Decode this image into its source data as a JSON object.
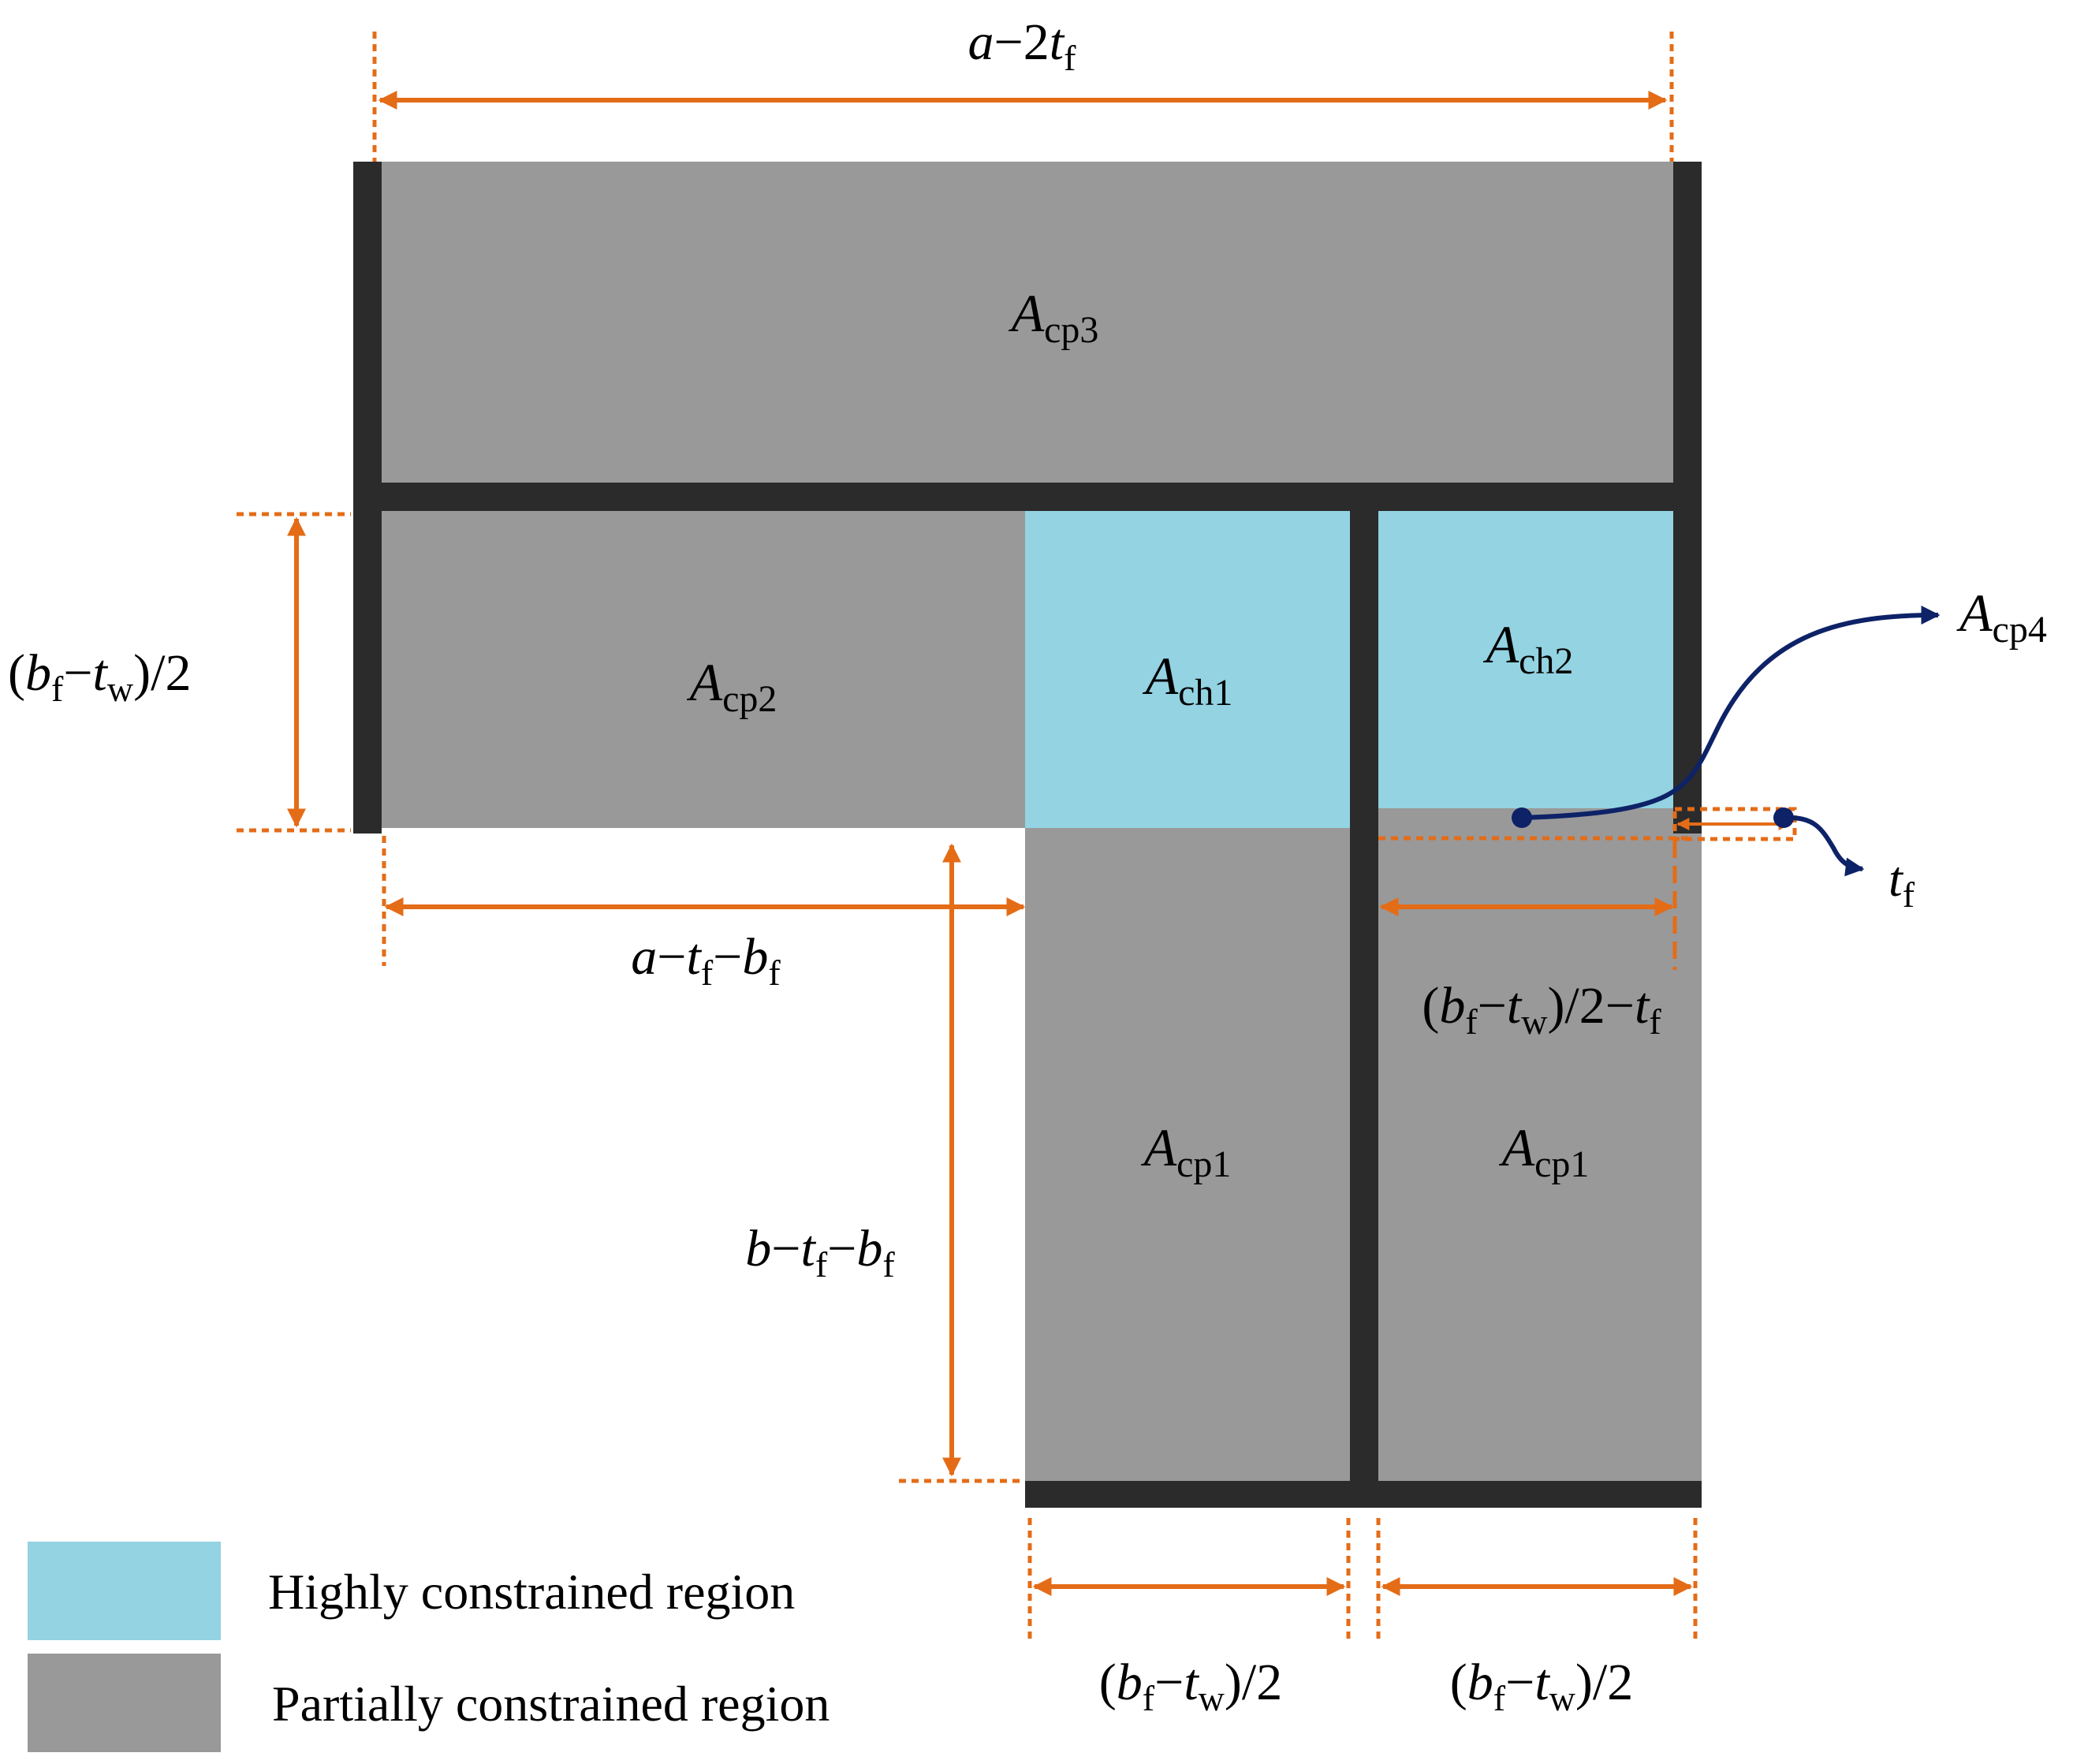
{
  "colors": {
    "highly_constrained": "#93d3e2",
    "partially_constrained": "#999999",
    "wall": "#2b2b2b",
    "dimension": "#e46c17",
    "pointer": "#0d2267"
  },
  "regions": {
    "cp3": {
      "main": "A",
      "sub": "cp3"
    },
    "cp2": {
      "main": "A",
      "sub": "cp2"
    },
    "ch1": {
      "main": "A",
      "sub": "ch1"
    },
    "ch2": {
      "main": "A",
      "sub": "ch2"
    },
    "cp1_left": {
      "main": "A",
      "sub": "cp1"
    },
    "cp1_right": {
      "main": "A",
      "sub": "cp1"
    }
  },
  "callouts": {
    "cp4": {
      "main": "A",
      "sub": "cp4"
    },
    "tf": {
      "main": "t",
      "sub": "f"
    }
  },
  "dimensions": {
    "top": {
      "a": "a",
      "minus": "−2",
      "t": "t",
      "tsub": "f"
    },
    "left": {
      "open": "(",
      "b": "b",
      "bsub": "f",
      "minus": "−",
      "t": "t",
      "tsub": "w",
      "close": ")/2"
    },
    "mid": {
      "a": "a",
      "m1": "−",
      "t": "t",
      "tsub": "f",
      "m2": "−",
      "b": "b",
      "bsub": "f"
    },
    "vert": {
      "b1": "b",
      "m1": "−",
      "t": "t",
      "tsub": "f",
      "m2": "−",
      "b2": "b",
      "bsub": "f"
    },
    "right": {
      "open": "(",
      "b": "b",
      "bsub": "f",
      "m1": "−",
      "t": "t",
      "tsub": "w",
      "mid": ")/2−",
      "t2": "t",
      "t2sub": "f"
    },
    "bottom_left": {
      "open": "(",
      "b": "b",
      "bsub": "f",
      "minus": "−",
      "t": "t",
      "tsub": "w",
      "close": ")/2"
    },
    "bottom_right": {
      "open": "(",
      "b": "b",
      "bsub": "f",
      "minus": "−",
      "t": "t",
      "tsub": "w",
      "close": ")/2"
    }
  },
  "legend": {
    "highly": "Highly constrained region",
    "partially": "Partially constrained region"
  }
}
